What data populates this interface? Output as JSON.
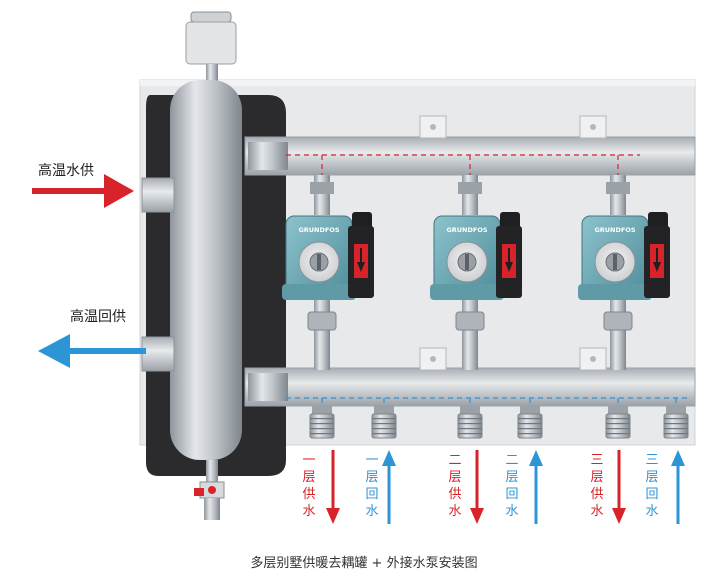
{
  "labels": {
    "supply": "高温水供",
    "return": "高温回供"
  },
  "pump_brand": "GRUNDFOS",
  "zones": [
    {
      "supply": [
        "一",
        "层",
        "供",
        "水"
      ],
      "return": [
        "一",
        "层",
        "回",
        "水"
      ]
    },
    {
      "supply": [
        "二",
        "层",
        "供",
        "水"
      ],
      "return": [
        "二",
        "层",
        "回",
        "水"
      ]
    },
    {
      "supply": [
        "三",
        "层",
        "供",
        "水"
      ],
      "return": [
        "三",
        "层",
        "回",
        "水"
      ]
    }
  ],
  "caption": "多层别墅供暖去耦罐 + 外接水泵安装图",
  "colors": {
    "hot": "#d8232a",
    "cold": "#2b95d6",
    "steel": "#b9bec4",
    "pump": "#6aa7b3",
    "panel": "#e6e8ea"
  }
}
